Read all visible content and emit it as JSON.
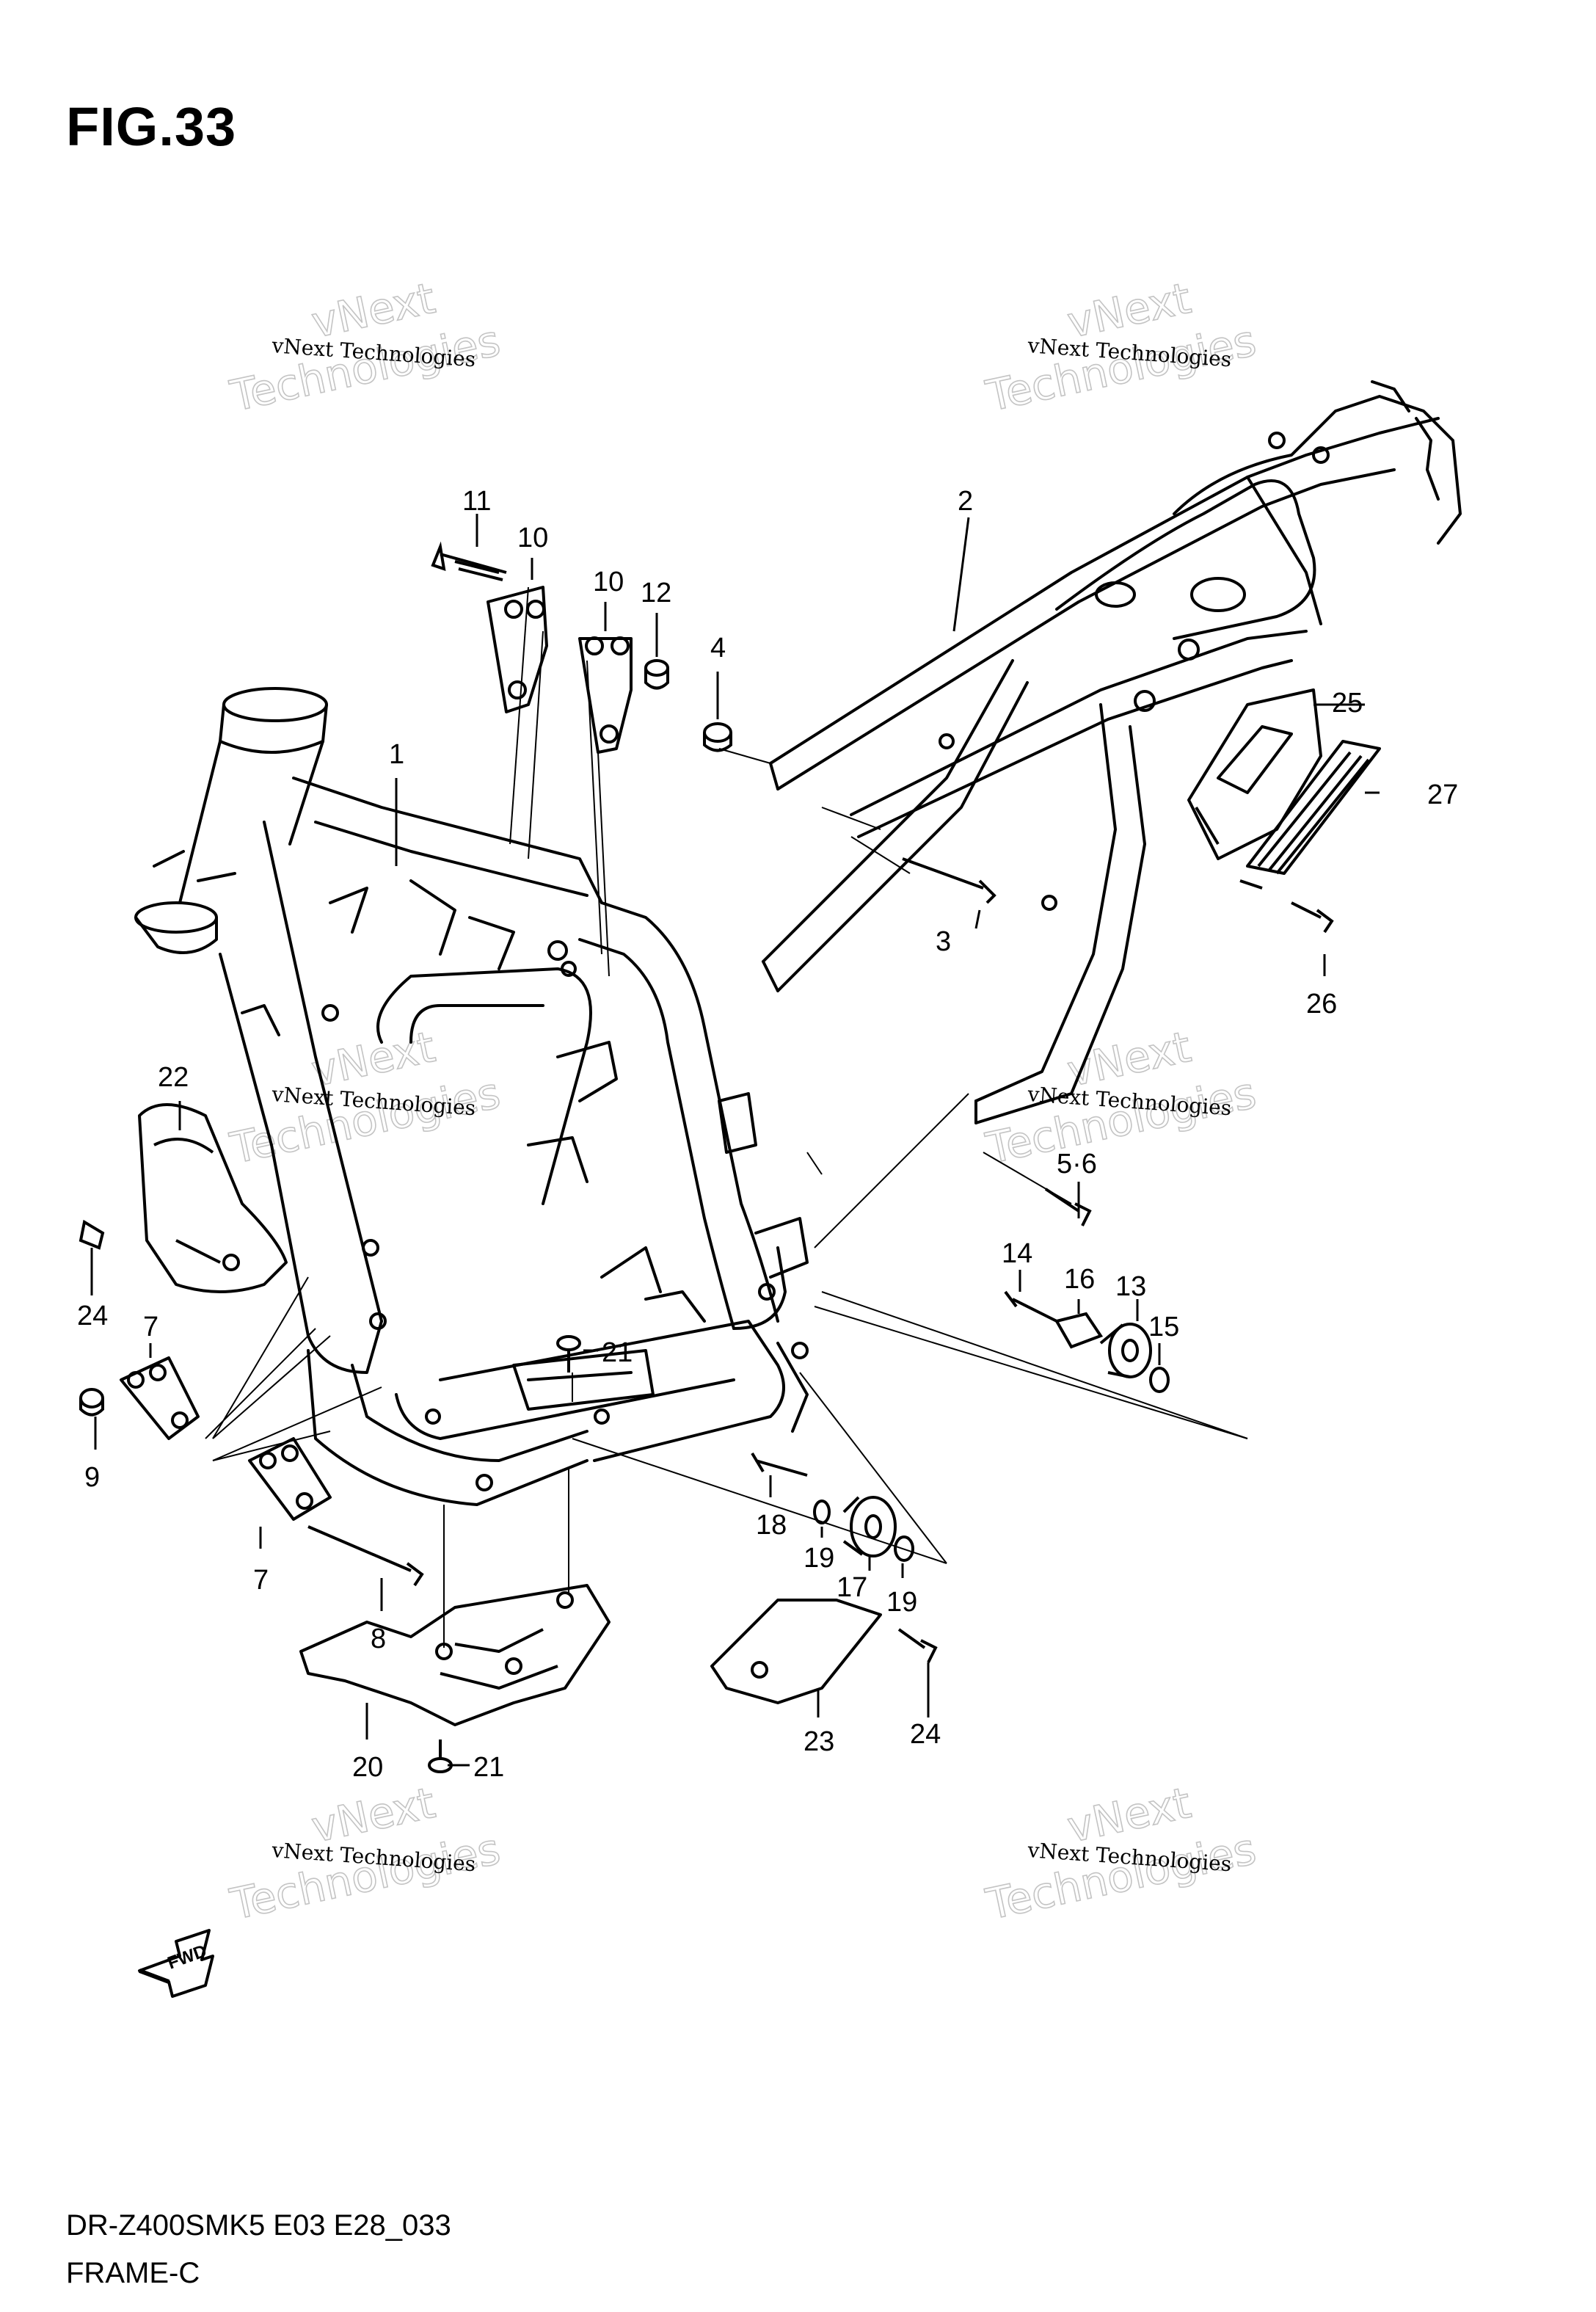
{
  "figure": {
    "title": "FIG.33",
    "model_code": "DR-Z400SMK5 E03 E28_033",
    "section_name": "FRAME-C"
  },
  "watermark": {
    "small_text": "vNext Technologies",
    "big_line1": "vNext",
    "big_line2": "Technologies"
  },
  "fwd_label": "FWD",
  "callouts": {
    "c1": "1",
    "c2": "2",
    "c3": "3",
    "c4": "4",
    "c5_6": "5·6",
    "c7a": "7",
    "c7b": "7",
    "c8": "8",
    "c9": "9",
    "c10a": "10",
    "c10b": "10",
    "c11": "11",
    "c12": "12",
    "c13": "13",
    "c14": "14",
    "c15": "15",
    "c16": "16",
    "c17": "17",
    "c18": "18",
    "c19a": "19",
    "c19b": "19",
    "c20": "20",
    "c21a": "21",
    "c21b": "21",
    "c22": "22",
    "c23": "23",
    "c24a": "24",
    "c24b": "24",
    "c25": "25",
    "c26": "26",
    "c27": "27"
  },
  "colors": {
    "line": "#000000",
    "watermark": "#c4c4c4",
    "background": "#ffffff"
  }
}
